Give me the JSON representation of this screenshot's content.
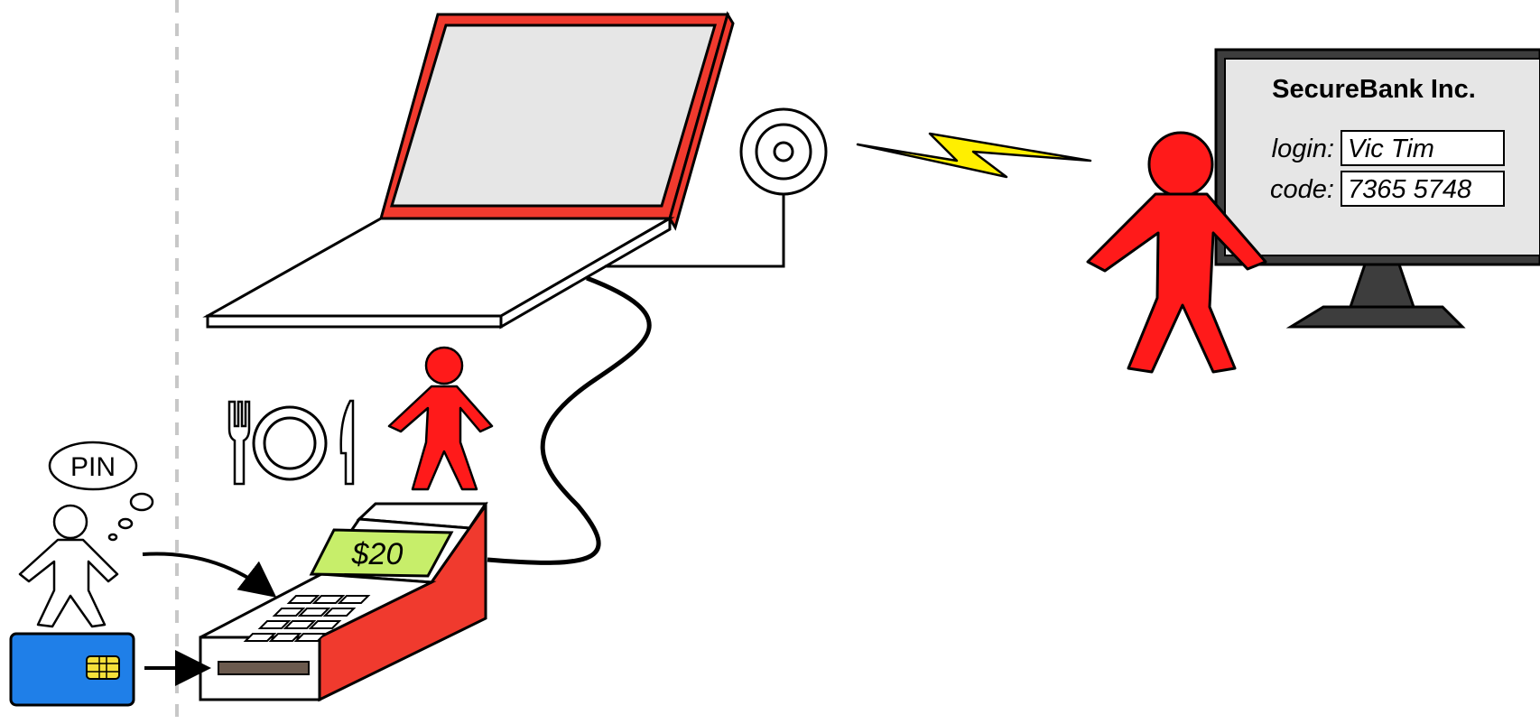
{
  "thought": {
    "text": "PIN"
  },
  "terminal": {
    "amount": "$20"
  },
  "bank_screen": {
    "title": "SecureBank Inc.",
    "login_label": "login:",
    "login_value": "Vic Tim",
    "code_label": "code:",
    "code_value": "7365 5748"
  },
  "colors": {
    "attacker_red": "#ff1a1a",
    "terminal_red": "#f03a2e",
    "laptop_red": "#f03a2e",
    "screen_gray": "#e6e6e6",
    "display_green": "#c7ee6a",
    "card_blue": "#1f7fe8",
    "chip_yellow": "#f5e03a",
    "lightning_yellow": "#ffef00",
    "divider_gray": "#c8c8c8"
  },
  "icons": [
    "fork-icon",
    "plate-icon",
    "knife-icon",
    "antenna-icon",
    "chip-icon",
    "lightning-icon"
  ]
}
